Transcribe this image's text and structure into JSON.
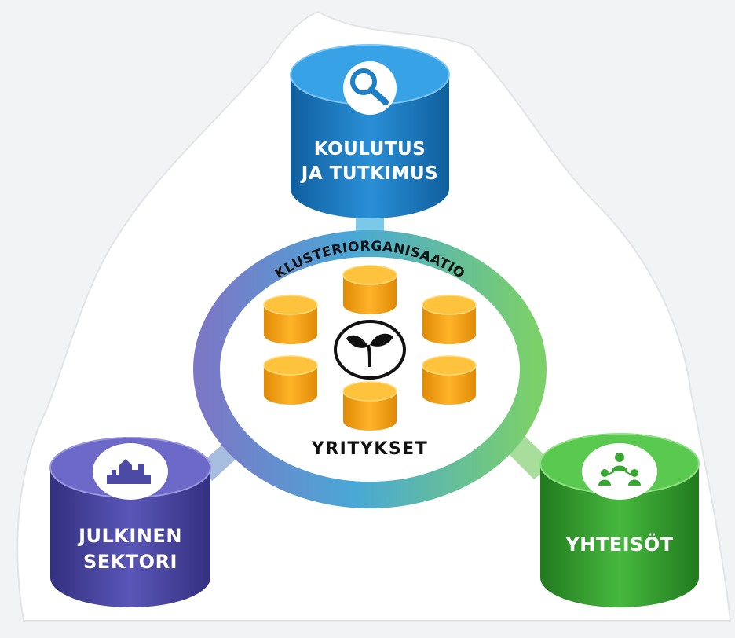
{
  "diagram": {
    "center": {
      "ring_label": "KLUSTERIORGANISAATIO",
      "label": "YRITYKSET",
      "icon": "sprout-icon"
    },
    "nodes": [
      {
        "id": "research",
        "lines": [
          "KOULUTUS",
          "JA TUTKIMUS"
        ],
        "icon": "search-icon",
        "color": "#1f7fc6"
      },
      {
        "id": "public",
        "lines": [
          "JULKINEN",
          "SEKTORI"
        ],
        "icon": "city-skyline-icon",
        "color": "#4d4aa6"
      },
      {
        "id": "community",
        "lines": [
          "YHTEISÖT"
        ],
        "icon": "people-network-icon",
        "color": "#38a832"
      }
    ],
    "company_count_shown": 6
  }
}
